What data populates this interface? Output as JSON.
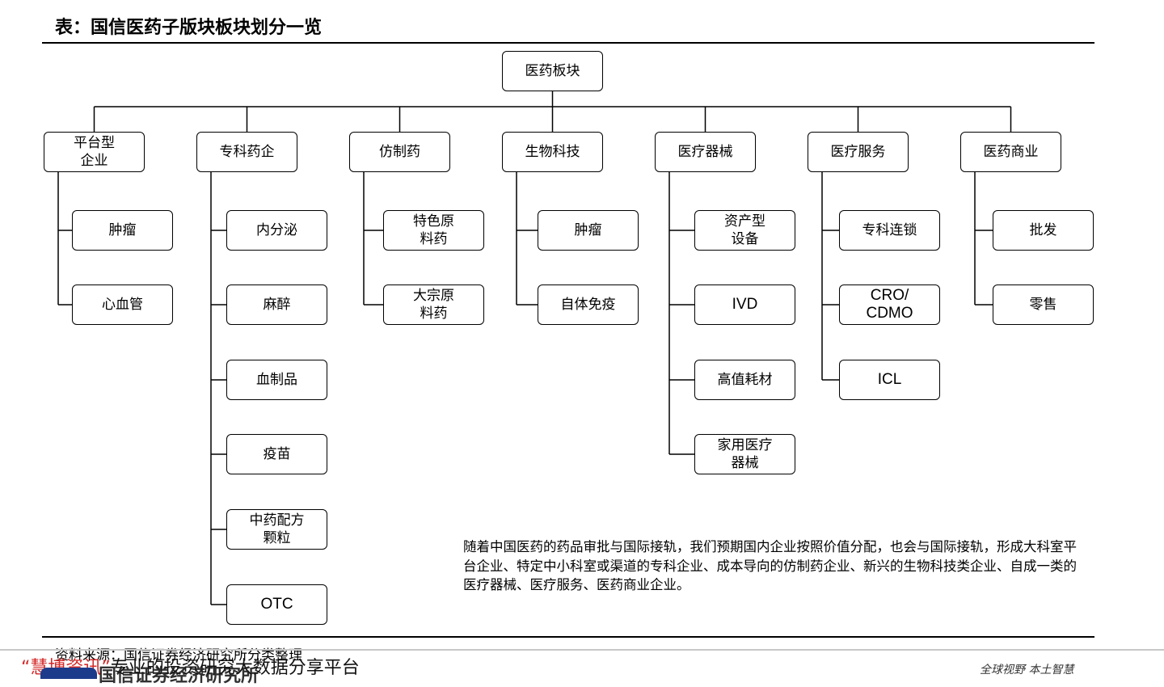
{
  "title": "表：国信医药子版块板块划分一览",
  "root": "医药板块",
  "categories": [
    {
      "label": "平台型\n企业",
      "children": [
        "肿瘤",
        "心血管"
      ]
    },
    {
      "label": "专科药企",
      "children": [
        "内分泌",
        "麻醉",
        "血制品",
        "疫苗",
        "中药配方\n颗粒",
        "OTC"
      ]
    },
    {
      "label": "仿制药",
      "children": [
        "特色原\n料药",
        "大宗原\n料药"
      ]
    },
    {
      "label": "生物科技",
      "children": [
        "肿瘤",
        "自体免疫"
      ]
    },
    {
      "label": "医疗器械",
      "children": [
        "资产型\n设备",
        "IVD",
        "高值耗材",
        "家用医疗\n器械"
      ]
    },
    {
      "label": "医疗服务",
      "children": [
        "专科连锁",
        "CRO/\nCDMO",
        "ICL"
      ]
    },
    {
      "label": "医药商业",
      "children": [
        "批发",
        "零售"
      ]
    }
  ],
  "description": "随着中国医药的药品审批与国际接轨，我们预期国内企业按照价值分配，也会与国际接轨，形成大科室平台企业、特定中小科室或渠道的专科企业、成本导向的仿制药企业、新兴的生物科技类企业、自成一类的医疗器械、医疗服务、医药商业企业。",
  "source": "资料来源：国信证券经济研究所分类整理",
  "watermark": {
    "brand": "“慧博资讯”",
    "text": "专业的投资研究大数据分享平台"
  },
  "footer": {
    "org": "国信证券经济研究所",
    "slogan": "全球视野  本土智慧"
  }
}
